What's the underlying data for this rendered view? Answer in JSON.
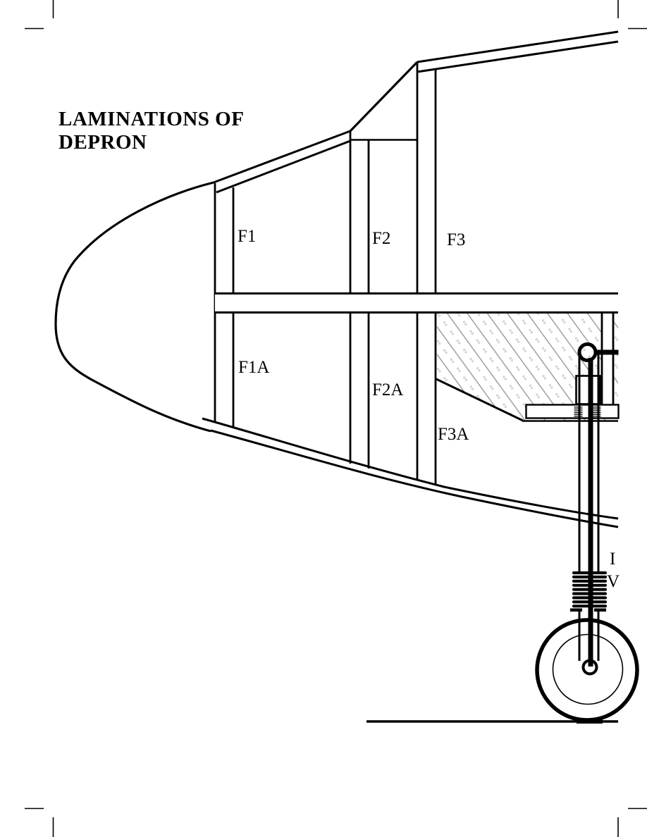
{
  "drawing": {
    "title_line1": "LAMINATIONS OF",
    "title_line2": "DEPRON",
    "former_labels": {
      "f1": "F1",
      "f2": "F2",
      "f3": "F3",
      "f1a": "F1A",
      "f2a": "F2A",
      "f3a": "F3A"
    },
    "edge_label_line1": "I",
    "edge_label_line2": "V",
    "colors": {
      "ink": "#000000",
      "hatch_line": "#8f8f8f",
      "background": "#ffffff"
    }
  }
}
